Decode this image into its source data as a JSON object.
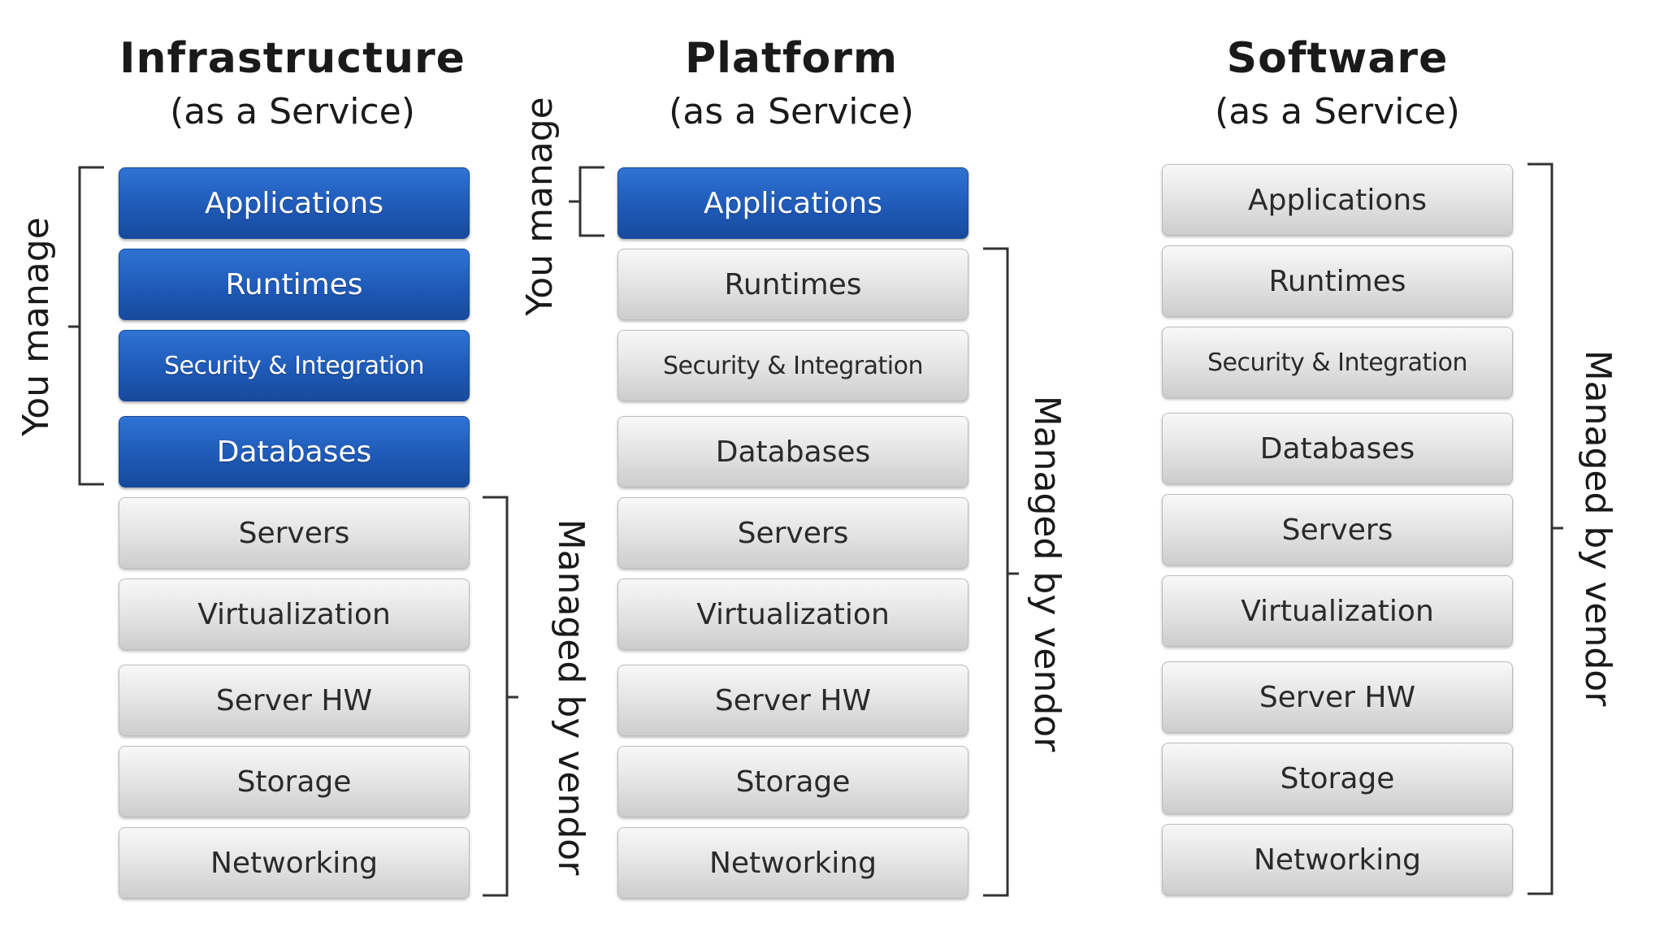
{
  "columns": [
    {
      "title": "Infrastructure",
      "subtitle": "(as a Service)",
      "layers": [
        {
          "label": "Applications",
          "managed_by": "you"
        },
        {
          "label": "Runtimes",
          "managed_by": "you"
        },
        {
          "label": "Security & Integration",
          "managed_by": "you"
        },
        {
          "label": "Databases",
          "managed_by": "you"
        },
        {
          "label": "Servers",
          "managed_by": "vendor"
        },
        {
          "label": "Virtualization",
          "managed_by": "vendor"
        },
        {
          "label": "Server HW",
          "managed_by": "vendor"
        },
        {
          "label": "Storage",
          "managed_by": "vendor"
        },
        {
          "label": "Networking",
          "managed_by": "vendor"
        }
      ],
      "you_manage_label": "You manage",
      "vendor_label": "Managed by vendor"
    },
    {
      "title": "Platform",
      "subtitle": "(as a Service)",
      "layers": [
        {
          "label": "Applications",
          "managed_by": "you"
        },
        {
          "label": "Runtimes",
          "managed_by": "vendor"
        },
        {
          "label": "Security & Integration",
          "managed_by": "vendor"
        },
        {
          "label": "Databases",
          "managed_by": "vendor"
        },
        {
          "label": "Servers",
          "managed_by": "vendor"
        },
        {
          "label": "Virtualization",
          "managed_by": "vendor"
        },
        {
          "label": "Server HW",
          "managed_by": "vendor"
        },
        {
          "label": "Storage",
          "managed_by": "vendor"
        },
        {
          "label": "Networking",
          "managed_by": "vendor"
        }
      ],
      "you_manage_label": "You manage",
      "vendor_label": "Managed by vendor"
    },
    {
      "title": "Software",
      "subtitle": "(as a Service)",
      "layers": [
        {
          "label": "Applications",
          "managed_by": "vendor"
        },
        {
          "label": "Runtimes",
          "managed_by": "vendor"
        },
        {
          "label": "Security & Integration",
          "managed_by": "vendor"
        },
        {
          "label": "Databases",
          "managed_by": "vendor"
        },
        {
          "label": "Servers",
          "managed_by": "vendor"
        },
        {
          "label": "Virtualization",
          "managed_by": "vendor"
        },
        {
          "label": "Server HW",
          "managed_by": "vendor"
        },
        {
          "label": "Storage",
          "managed_by": "vendor"
        },
        {
          "label": "Networking",
          "managed_by": "vendor"
        }
      ],
      "vendor_label": "Managed by vendor"
    }
  ],
  "colors": {
    "you_manage": "#1f5ab8",
    "vendor": "#dcdcdc",
    "text_dark": "#2a2a2a"
  }
}
